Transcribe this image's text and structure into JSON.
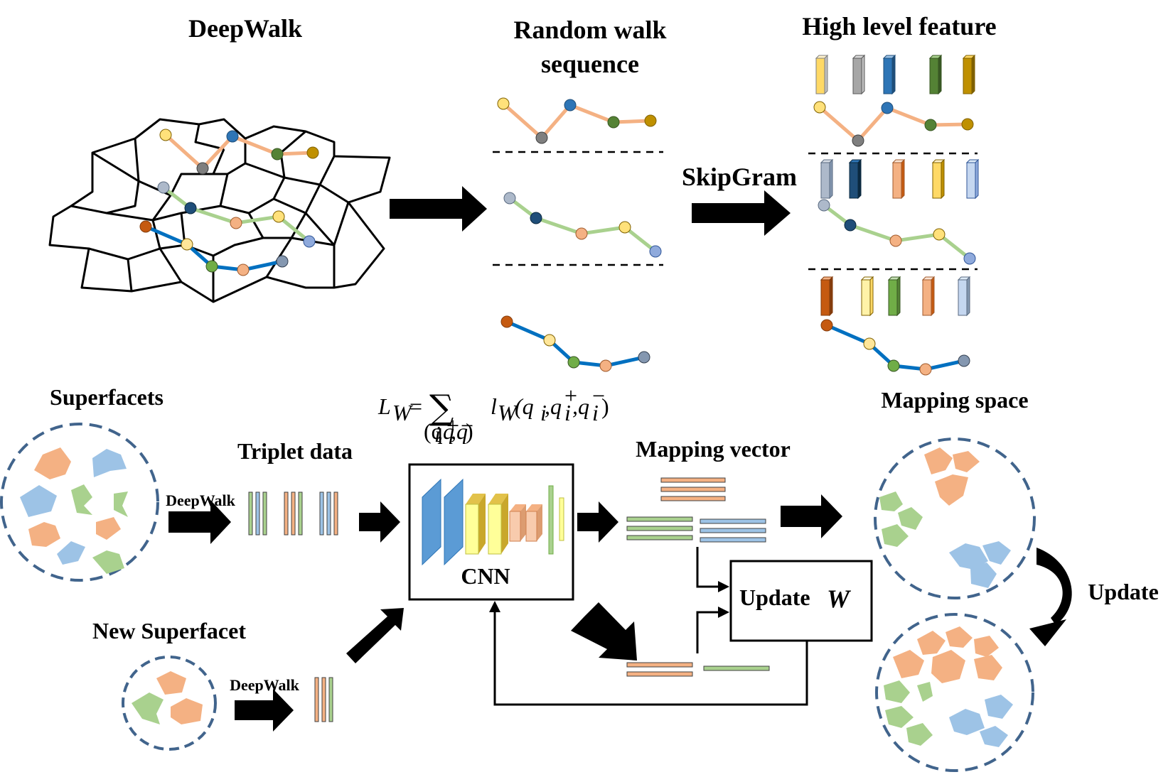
{
  "labels": {
    "deepwalk_title": "DeepWalk",
    "random_walk_line1": "Random walk",
    "random_walk_line2": "sequence",
    "high_level_feature": "High level feature",
    "skipgram": "SkipGram",
    "superfacets": "Superfacets",
    "triplet_data": "Triplet data",
    "deepwalk_small_1": "DeepWalk",
    "deepwalk_small_2": "DeepWalk",
    "cnn": "CNN",
    "mapping_vector": "Mapping vector",
    "mapping_space": "Mapping space",
    "update_w_prefix": "Update",
    "update_w_symbol": "W",
    "update": "Update",
    "new_superfacet": "New Superfacet"
  },
  "formula": {
    "lhs": "L",
    "lhs_sub": "W",
    "equals": "=",
    "sum": "∑",
    "term": "l",
    "term_sub": "W",
    "args": "(q",
    "args_i": "i",
    "comma1": ",q",
    "plus_sup": "+",
    "plus_sub": "i",
    "comma2": ",q",
    "minus_sup": "−",
    "minus_sub": "i",
    "close": ")",
    "under": "(q",
    "under_i": "i",
    "under_rest": ",q",
    "under_plus": "+",
    "under_mid": ",q",
    "under_minus": "−",
    "under_close": ")"
  },
  "colors": {
    "orange_line": "#f4b183",
    "green_line": "#a9d18e",
    "blue_line": "#0070c0",
    "node_yellow": "#ffe17a",
    "node_gray": "#7f7f7f",
    "node_blue": "#2e75b6",
    "node_darkgreen": "#548235",
    "node_olive": "#bf9000",
    "node_lightblue": "#adb9ca",
    "node_navy": "#1f4e79",
    "node_salmon": "#f4b183",
    "node_periwinkle": "#8faadc",
    "node_rust": "#c55a11",
    "node_green": "#70ad47",
    "node_slate": "#8497b0",
    "shape_orange": "#f4b183",
    "shape_blue": "#9dc3e6",
    "shape_green": "#a9d18e",
    "circle_dash": "#41648c"
  }
}
